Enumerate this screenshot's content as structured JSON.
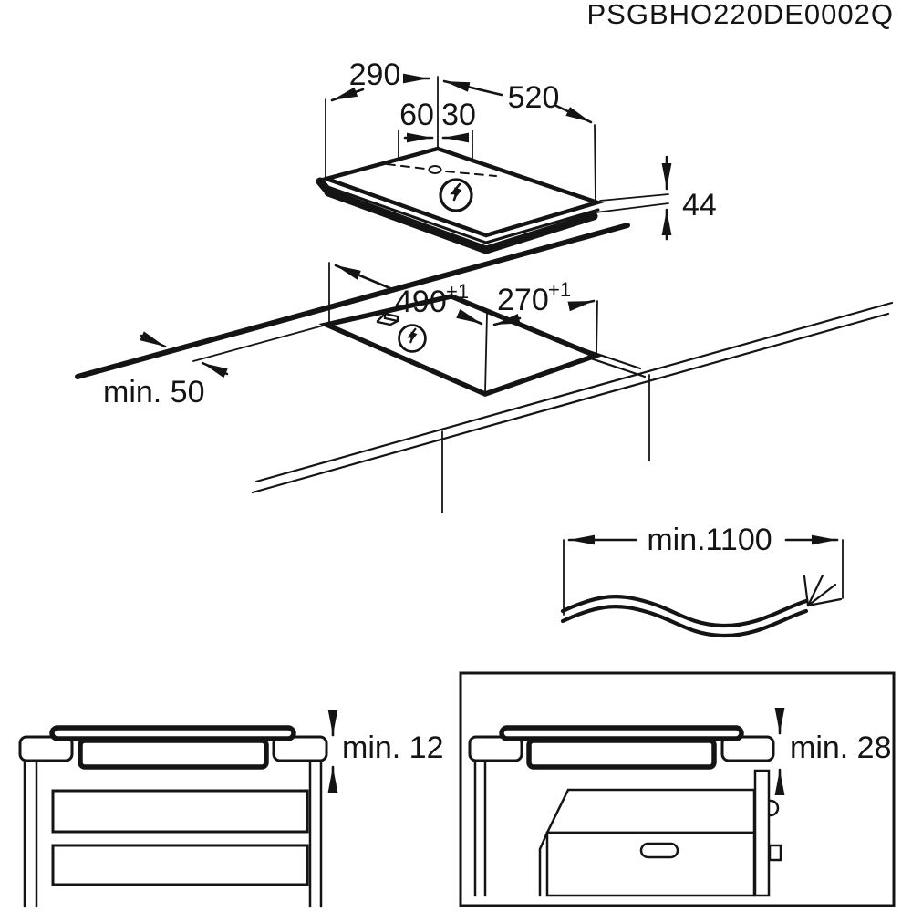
{
  "title": "PSGBHO220DE0002Q",
  "hob": {
    "width": "290",
    "depth": "520",
    "cable_pos_left": "60",
    "cable_pos_right": "30",
    "height": "44"
  },
  "cutout": {
    "length": "490",
    "length_tol": "+1",
    "width": "270",
    "width_tol": "+1",
    "wall_distance": "min. 50"
  },
  "cable": {
    "min_length": "min.1100"
  },
  "drawer_clearance": {
    "label": "min. 12"
  },
  "oven_clearance": {
    "label": "min. 28"
  },
  "colors": {
    "line": "#141414",
    "background": "#ffffff"
  }
}
